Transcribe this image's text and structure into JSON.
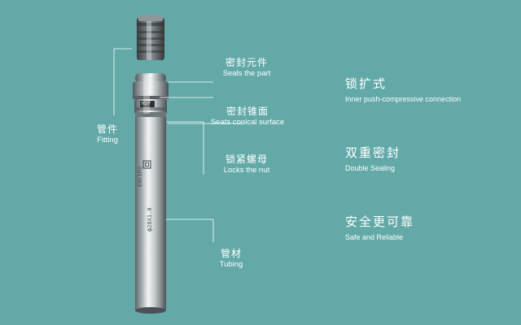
{
  "callouts": {
    "fitting": {
      "zh": "管件",
      "en": "Fitting"
    },
    "seals_part": {
      "zh": "密封元件",
      "en": "Seals the part"
    },
    "seals_cone": {
      "zh": "密封锥面",
      "en": "Seats conical surface"
    },
    "locks_nut": {
      "zh": "锁紧螺母",
      "en": "Locks the nut"
    },
    "tubing": {
      "zh": "管材",
      "en": "Tubing"
    }
  },
  "features": [
    {
      "zh": "锁扩式",
      "en": "Inner push-compressive connection"
    },
    {
      "zh": "双重密封",
      "en": "Double Sealing"
    },
    {
      "zh": "安全更可靠",
      "en": "Safe and Reliable"
    }
  ],
  "pipe": {
    "badge": "HSP",
    "print_a": "ENVIRO",
    "print_b": "ф28X1.0"
  },
  "colors": {
    "background": "#62a9a8",
    "text": "#ffffff",
    "steel_light": "#e6e9ea",
    "steel_dark": "#6b7276"
  }
}
